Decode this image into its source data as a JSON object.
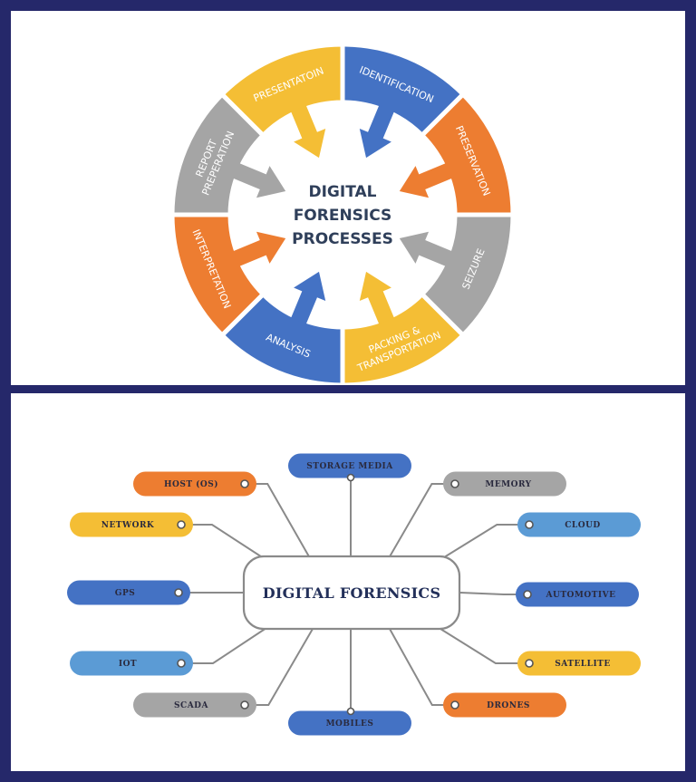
{
  "colors": {
    "blue": "#4472c4",
    "orange": "#ed7d31",
    "gray": "#a5a5a5",
    "yellow": "#f4be35",
    "light_blue": "#5b9bd5",
    "background": "#25286a"
  },
  "cycle": {
    "center_title": [
      "DIGITAL",
      "FORENSICS",
      "PROCESSES"
    ],
    "segments": [
      {
        "label": [
          "IDENTIFICATION"
        ],
        "color": "blue"
      },
      {
        "label": [
          "PRESERVATION"
        ],
        "color": "orange"
      },
      {
        "label": [
          "SEIZURE"
        ],
        "color": "gray"
      },
      {
        "label": [
          "PACKING &",
          "TRANSPORTATION"
        ],
        "color": "yellow"
      },
      {
        "label": [
          "ANALYSIS"
        ],
        "color": "blue"
      },
      {
        "label": [
          "INTERPRETATION"
        ],
        "color": "orange"
      },
      {
        "label": [
          "REPORT",
          "PREPERATION"
        ],
        "color": "gray"
      },
      {
        "label": [
          "PRESENTATOIN"
        ],
        "color": "yellow"
      }
    ]
  },
  "mindmap": {
    "hub_title": "DIGITAL FORENSICS",
    "top": {
      "label": "STORAGE MEDIA",
      "color": "blue"
    },
    "bottom": {
      "label": "MOBILES",
      "color": "blue"
    },
    "left": [
      {
        "label": "HOST (OS)",
        "color": "orange"
      },
      {
        "label": "NETWORK",
        "color": "yellow"
      },
      {
        "label": "GPS",
        "color": "blue"
      },
      {
        "label": "IOT",
        "color": "light_blue"
      },
      {
        "label": "SCADA",
        "color": "gray"
      }
    ],
    "right": [
      {
        "label": "MEMORY",
        "color": "gray"
      },
      {
        "label": "CLOUD",
        "color": "light_blue"
      },
      {
        "label": "AUTOMOTIVE",
        "color": "blue"
      },
      {
        "label": "SATELLITE",
        "color": "yellow"
      },
      {
        "label": "DRONES",
        "color": "orange"
      }
    ]
  }
}
